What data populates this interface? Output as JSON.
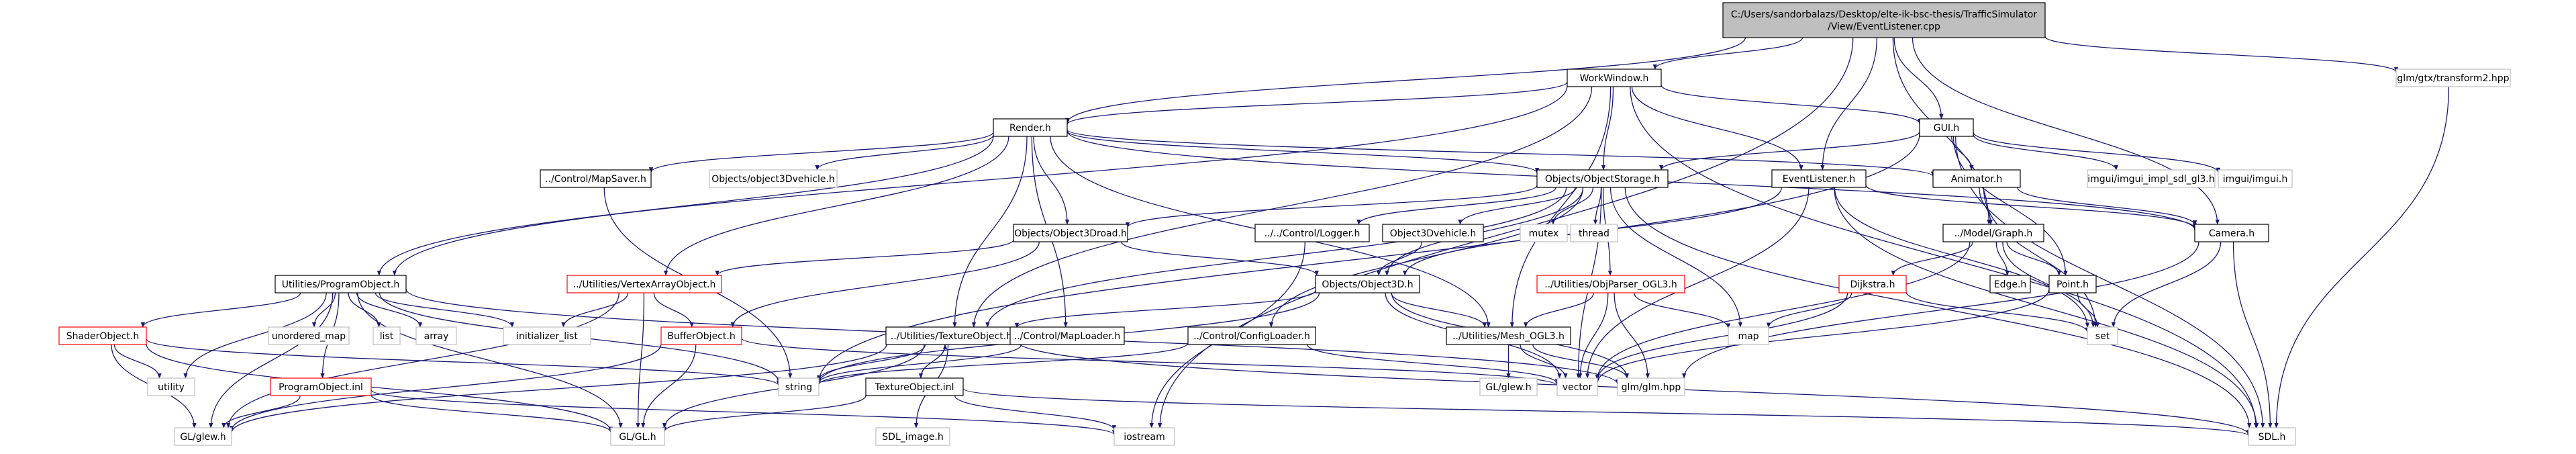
{
  "colors": {
    "edge": "#191970",
    "root_fill": "#bfbfbf",
    "node_border": "#000000",
    "undocumented_border": "#ff0000",
    "external_border": "#bfbfbf"
  },
  "nodes": {
    "root": {
      "lines": [
        "C:/Users/sandorbalazs/Desktop/elte-ik-bsc-thesis/TrafficSimulator",
        "/View/EventListener.cpp"
      ]
    },
    "workwindow": {
      "lines": [
        "WorkWindow.h"
      ]
    },
    "gtx": {
      "lines": [
        "glm/gtx/transform2.hpp"
      ]
    },
    "render": {
      "lines": [
        "Render.h"
      ]
    },
    "gui": {
      "lines": [
        "GUI.h"
      ]
    },
    "eventlistener": {
      "lines": [
        "EventListener.h"
      ]
    },
    "animator": {
      "lines": [
        "Animator.h"
      ]
    },
    "imgui_sdl": {
      "lines": [
        "imgui/imgui_impl_sdl_gl3.h"
      ]
    },
    "imgui": {
      "lines": [
        "imgui/imgui.h"
      ]
    },
    "mapsaver": {
      "lines": [
        "../Control/MapSaver.h"
      ]
    },
    "obj3dvehicle_lower": {
      "lines": [
        "Objects/object3Dvehicle.h"
      ]
    },
    "objectstorage": {
      "lines": [
        "Objects/ObjectStorage.h"
      ]
    },
    "object3droad": {
      "lines": [
        "Objects/Object3Droad.h"
      ]
    },
    "logger": {
      "lines": [
        "../../Control/Logger.h"
      ]
    },
    "object3dvehicle": {
      "lines": [
        "Object3Dvehicle.h"
      ]
    },
    "mutex": {
      "lines": [
        "mutex"
      ]
    },
    "thread": {
      "lines": [
        "thread"
      ]
    },
    "modelgraph": {
      "lines": [
        "../Model/Graph.h"
      ]
    },
    "camera": {
      "lines": [
        "Camera.h"
      ]
    },
    "programobject_h": {
      "lines": [
        "Utilities/ProgramObject.h"
      ]
    },
    "vertexarray": {
      "lines": [
        "../Utilities/VertexArrayObject.h"
      ]
    },
    "objparser": {
      "lines": [
        "../Utilities/ObjParser_OGL3.h"
      ]
    },
    "dijkstra": {
      "lines": [
        "Dijkstra.h"
      ]
    },
    "edge": {
      "lines": [
        "Edge.h"
      ]
    },
    "point": {
      "lines": [
        "Point.h"
      ]
    },
    "object3d": {
      "lines": [
        "Objects/Object3D.h"
      ]
    },
    "shaderobject": {
      "lines": [
        "ShaderObject.h"
      ]
    },
    "unordered_map": {
      "lines": [
        "unordered_map"
      ]
    },
    "list": {
      "lines": [
        "list"
      ]
    },
    "array": {
      "lines": [
        "array"
      ]
    },
    "initializer_list": {
      "lines": [
        "initializer_list"
      ]
    },
    "bufferobject": {
      "lines": [
        "BufferObject.h"
      ]
    },
    "textureobject_h": {
      "lines": [
        "../Utilities/TextureObject.h"
      ]
    },
    "maploader": {
      "lines": [
        "../Control/MapLoader.h"
      ]
    },
    "configloader": {
      "lines": [
        "../Control/ConfigLoader.h"
      ]
    },
    "mesh": {
      "lines": [
        "../Utilities/Mesh_OGL3.h"
      ]
    },
    "map": {
      "lines": [
        "map"
      ]
    },
    "set": {
      "lines": [
        "set"
      ]
    },
    "utility": {
      "lines": [
        "utility"
      ]
    },
    "programobject_inl": {
      "lines": [
        "ProgramObject.inl"
      ]
    },
    "string": {
      "lines": [
        "string"
      ]
    },
    "textureobject_inl": {
      "lines": [
        "TextureObject.inl"
      ]
    },
    "glglew_lower": {
      "lines": [
        "GL/glew.h"
      ]
    },
    "vector": {
      "lines": [
        "vector"
      ]
    },
    "glm": {
      "lines": [
        "glm/glm.hpp"
      ]
    },
    "glglew": {
      "lines": [
        "GL/glew.h"
      ]
    },
    "glgl": {
      "lines": [
        "GL/GL.h"
      ]
    },
    "sdl_image": {
      "lines": [
        "SDL_image.h"
      ]
    },
    "iostream": {
      "lines": [
        "iostream"
      ]
    },
    "sdl": {
      "lines": [
        "SDL.h"
      ]
    }
  }
}
